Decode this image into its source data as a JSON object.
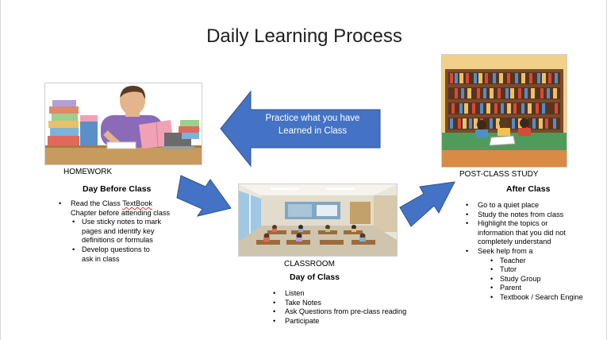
{
  "title": "Daily Learning Process",
  "arrow_text": {
    "line1": "Practice what you have",
    "line2": "Learned in Class"
  },
  "homework": {
    "label": "HOMEWORK",
    "heading": "Day Before Class",
    "bullet_line1_pre": "Read the Class ",
    "bullet_line1_word": "TextBook",
    "bullet_line2": "Chapter before attending class",
    "sub1": "Use sticky notes to mark pages and identify key definitions or formulas",
    "sub2": "Develop questions to ask in class"
  },
  "classroom": {
    "label": "CLASSROOM",
    "heading": "Day of Class",
    "items": [
      "Listen",
      "Take Notes",
      "Ask Questions from pre-class reading",
      "Participate"
    ]
  },
  "postclass": {
    "label": "POST-CLASS STUDY",
    "heading": "After Class",
    "items": [
      "Go to a quiet place",
      "Study the notes from class",
      "Highlight the topics or information that you did not completely understand",
      "Seek help from a"
    ],
    "help_from": [
      "Teacher",
      "Tutor",
      "Study Group",
      "Parent",
      "Textbook / Search Engine"
    ]
  },
  "colors": {
    "arrow": "#4472c4",
    "text": "#000000"
  }
}
